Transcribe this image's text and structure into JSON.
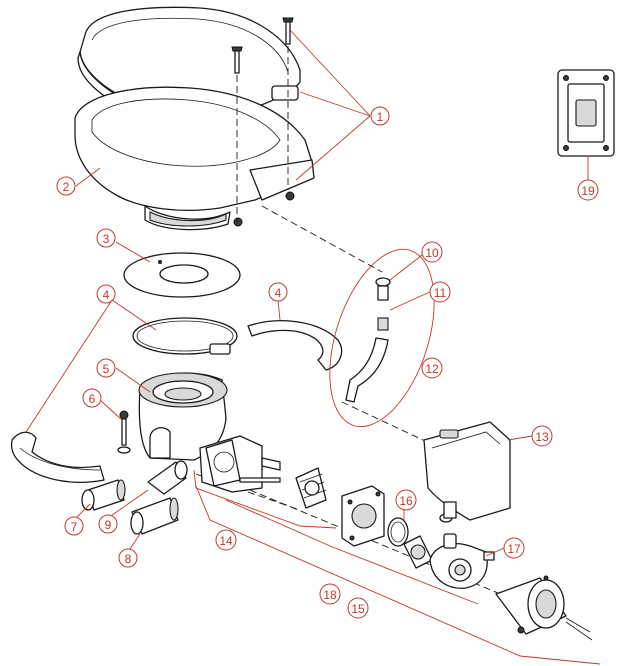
{
  "callouts": [
    {
      "id": "1",
      "label": "1"
    },
    {
      "id": "2",
      "label": "2"
    },
    {
      "id": "3",
      "label": "3"
    },
    {
      "id": "4a",
      "label": "4"
    },
    {
      "id": "4b",
      "label": "4"
    },
    {
      "id": "5",
      "label": "5"
    },
    {
      "id": "6",
      "label": "6"
    },
    {
      "id": "7",
      "label": "7"
    },
    {
      "id": "8",
      "label": "8"
    },
    {
      "id": "9",
      "label": "9"
    },
    {
      "id": "10",
      "label": "10"
    },
    {
      "id": "11",
      "label": "11"
    },
    {
      "id": "12",
      "label": "12"
    },
    {
      "id": "13",
      "label": "13"
    },
    {
      "id": "14",
      "label": "14"
    },
    {
      "id": "15",
      "label": "15"
    },
    {
      "id": "16",
      "label": "16"
    },
    {
      "id": "17",
      "label": "17"
    },
    {
      "id": "18",
      "label": "18"
    },
    {
      "id": "19",
      "label": "19"
    }
  ],
  "colors": {
    "callout": "#c0392b",
    "line": "#1a1a1a",
    "background": "#ffffff"
  }
}
